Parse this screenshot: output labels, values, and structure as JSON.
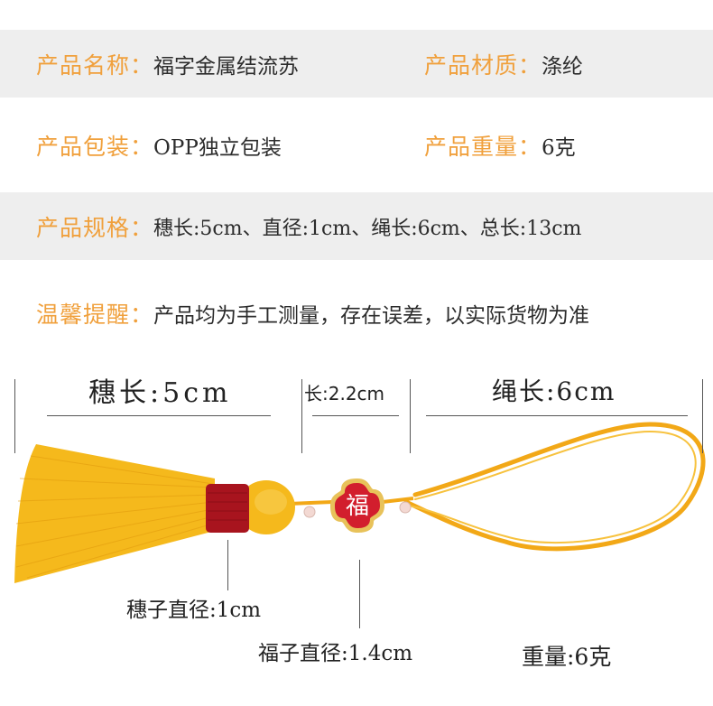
{
  "specs": {
    "name_label": "产品名称：",
    "name_value": "福字金属结流苏",
    "material_label": "产品材质：",
    "material_value": "涤纶",
    "package_label": "产品包装：",
    "package_value": "OPP独立包装",
    "weight_label": "产品重量：",
    "weight_value": "6克",
    "size_label": "产品规格：",
    "size_value": "穗长:5cm、直径:1cm、绳长:6cm、总长:13cm",
    "note_label": "温馨提醒：",
    "note_value": "产品均为手工测量，存在误差，以实际货物为准"
  },
  "diagram": {
    "tassel_length": "穗长:5cm",
    "charm_length": "长:2.2cm",
    "rope_length": "绳长:6cm",
    "tassel_diameter": "穗子直径:1cm",
    "charm_diameter": "福子直径:1.4cm",
    "weight": "重量:6克"
  },
  "colors": {
    "label_orange": "#f0a03c",
    "tassel_yellow": "#f5b91c",
    "wrap_red": "#a8141e",
    "charm_red": "#d21e2d",
    "charm_gold": "#e8c25a",
    "row_shade": "#eeeeee"
  }
}
